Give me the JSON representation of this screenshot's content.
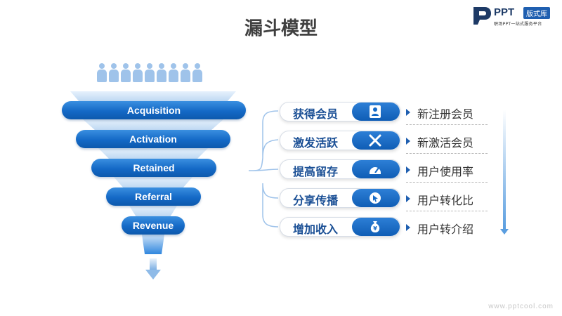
{
  "title": "漏斗模型",
  "logo": {
    "name": "PPT",
    "tag": "版式库",
    "subtitle": "职场PPT一站式服务平台"
  },
  "funnel": {
    "stages": [
      "Acquisition",
      "Activation",
      "Retained",
      "Referral",
      "Revenue"
    ],
    "people_count": 9
  },
  "items": [
    {
      "label": "获得会员",
      "icon": "user-icon",
      "desc": "新注册会员"
    },
    {
      "label": "激发活跃",
      "icon": "tools-icon",
      "desc": "新激活会员"
    },
    {
      "label": "提高留存",
      "icon": "gauge-icon",
      "desc": "用户使用率"
    },
    {
      "label": "分享传播",
      "icon": "cursor-click-icon",
      "desc": "用户转化比"
    },
    {
      "label": "增加收入",
      "icon": "money-bag-icon",
      "desc": "用户转介绍"
    }
  ],
  "watermark": "www.pptcool.com",
  "colors": {
    "primary": "#1469c6",
    "dark_text": "#404040",
    "light_blue": "#9fc3ea"
  }
}
